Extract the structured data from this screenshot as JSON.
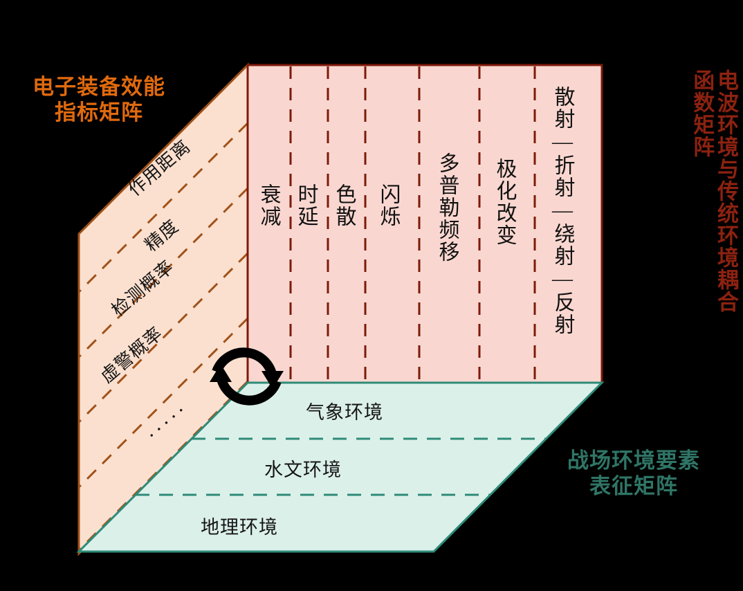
{
  "titles": {
    "left": "电子装备效能\n指标矩阵",
    "right": "电波环境与传统环境耦合函数矩阵",
    "bottom": "战场环境要素\n表征矩阵"
  },
  "colors": {
    "background": "#000000",
    "left_face_fill": "#fbe0cf",
    "left_face_stroke": "#a0521a",
    "left_dash": "#a0521a",
    "front_face_fill": "#f9d7d0",
    "front_face_stroke": "#7d1a0a",
    "front_dash": "#7d1a0a",
    "bottom_face_fill": "#dcf0ea",
    "bottom_face_stroke": "#2e8b78",
    "bottom_dash": "#2e8b78",
    "title_left": "#e06a0e",
    "title_right": "#8c2210",
    "title_bottom": "#2f7566",
    "arrow": "#000000"
  },
  "left_panel": {
    "name": "电子装备效能指标矩阵",
    "items": [
      {
        "label": "作用距离"
      },
      {
        "label": "精度"
      },
      {
        "label": "检测概率"
      },
      {
        "label": "虚警概率"
      },
      {
        "label": "·····"
      }
    ]
  },
  "front_panel": {
    "name": "电波环境与传统环境耦合函数矩阵",
    "columns": [
      {
        "label": "衰减"
      },
      {
        "label": "时延"
      },
      {
        "label": "色散"
      },
      {
        "label": "闪烁"
      },
      {
        "label": "多普勒频移"
      },
      {
        "label": "极化改变"
      },
      {
        "label": "散射—折射—绕射—反射"
      }
    ]
  },
  "bottom_panel": {
    "name": "战场环境要素表征矩阵",
    "rows": [
      {
        "label": "气象环境"
      },
      {
        "label": "水文环境"
      },
      {
        "label": "地理环境"
      }
    ]
  },
  "icons": {
    "cycle_arrow": "circular-two-way-arrow"
  }
}
